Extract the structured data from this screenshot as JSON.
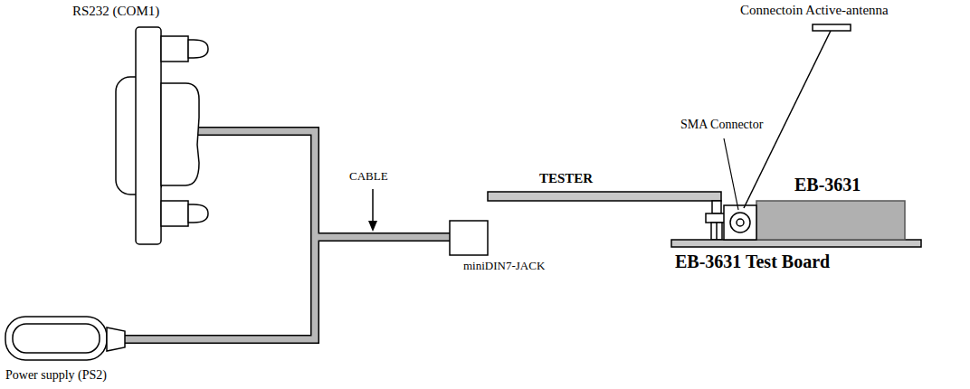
{
  "diagram": {
    "labels": [
      "RS232 (COM1)",
      "Power supply (PS2)",
      "CABLE",
      "miniDIN7-JACK",
      "TESTER",
      "SMA Connector",
      "Connectoin Active-antenna",
      "EB-3631",
      "EB-3631 Test Board"
    ]
  }
}
